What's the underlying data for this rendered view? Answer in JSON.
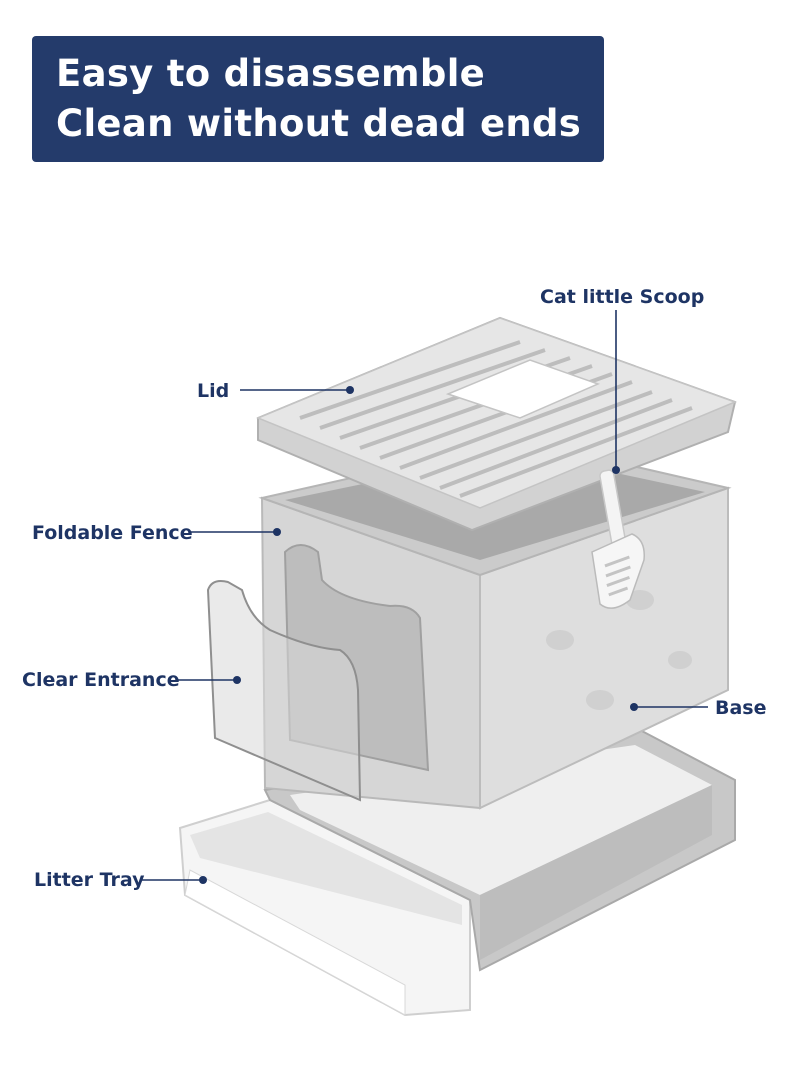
{
  "headline": {
    "line1": "Easy to disassemble",
    "line2": "Clean without dead ends"
  },
  "labels": {
    "scoop": "Cat little Scoop",
    "lid": "Lid",
    "fence": "Foldable Fence",
    "entrance": "Clear Entrance",
    "base": "Base",
    "tray": "Litter Tray"
  },
  "colors": {
    "banner": "#243b6b",
    "label": "#1e3464",
    "product_light": "#d9d9d9",
    "product_mid": "#c2c2c2",
    "product_white": "#f7f7f7"
  }
}
